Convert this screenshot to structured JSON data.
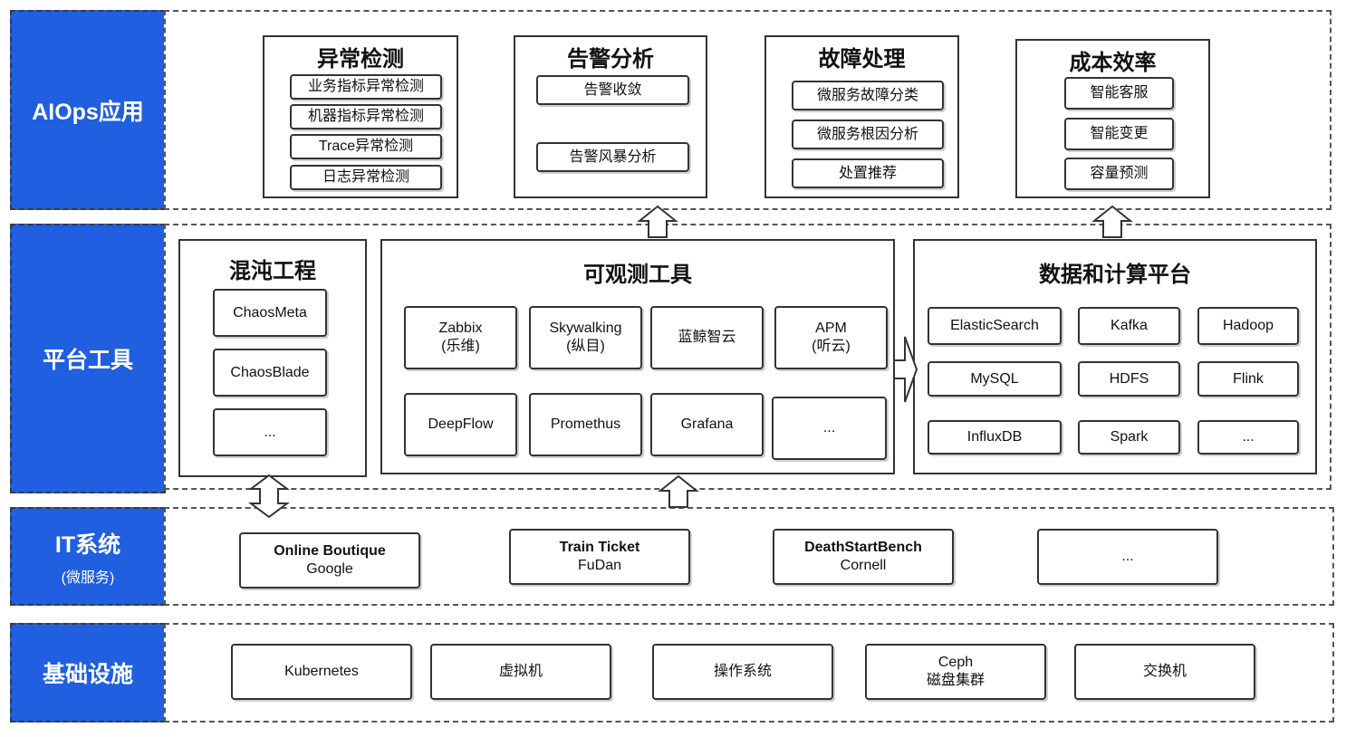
{
  "colors": {
    "accent": "#1f5fe0",
    "background": "#ffffff"
  },
  "layers": {
    "aiops": {
      "title": "AIOps应用"
    },
    "platform": {
      "title": "平台工具"
    },
    "it": {
      "title": "IT系统",
      "subtitle": "(微服务)"
    },
    "infra": {
      "title": "基础设施"
    }
  },
  "aiops_groups": [
    {
      "title": "异常检测",
      "items": [
        "业务指标异常检测",
        "机器指标异常检测",
        "Trace异常检测",
        "日志异常检测"
      ]
    },
    {
      "title": "告警分析",
      "items": [
        "告警收敛",
        "告警风暴分析"
      ]
    },
    {
      "title": "故障处理",
      "items": [
        "微服务故障分类",
        "微服务根因分析",
        "处置推荐"
      ]
    },
    {
      "title": "成本效率",
      "items": [
        "智能客服",
        "智能变更",
        "容量预测"
      ]
    }
  ],
  "platform_groups": {
    "chaos": {
      "title": "混沌工程",
      "items": [
        "ChaosMeta",
        "ChaosBlade",
        "..."
      ]
    },
    "observability": {
      "title": "可观测工具",
      "items": [
        {
          "line1": "Zabbix",
          "line2": "(乐维)"
        },
        {
          "line1": "Skywalking",
          "line2": "(纵目)"
        },
        {
          "line1": "蓝鲸智云",
          "line2": ""
        },
        {
          "line1": "APM",
          "line2": "(听云)"
        },
        {
          "line1": "DeepFlow",
          "line2": ""
        },
        {
          "line1": "Promethus",
          "line2": ""
        },
        {
          "line1": "Grafana",
          "line2": ""
        },
        {
          "line1": "...",
          "line2": ""
        }
      ]
    },
    "data": {
      "title": "数据和计算平台",
      "items": [
        "ElasticSearch",
        "Kafka",
        "Hadoop",
        "MySQL",
        "HDFS",
        "Flink",
        "InfluxDB",
        "Spark",
        "..."
      ]
    }
  },
  "it_systems": [
    {
      "name": "Online Boutique",
      "org": "Google"
    },
    {
      "name": "Train Ticket",
      "org": "FuDan"
    },
    {
      "name": "DeathStartBench",
      "org": "Cornell"
    },
    {
      "name": "...",
      "org": ""
    }
  ],
  "infrastructure": [
    {
      "line1": "Kubernetes",
      "line2": ""
    },
    {
      "line1": "虚拟机",
      "line2": ""
    },
    {
      "line1": "操作系统",
      "line2": ""
    },
    {
      "line1": "Ceph",
      "line2": "磁盘集群"
    },
    {
      "line1": "交换机",
      "line2": ""
    }
  ]
}
